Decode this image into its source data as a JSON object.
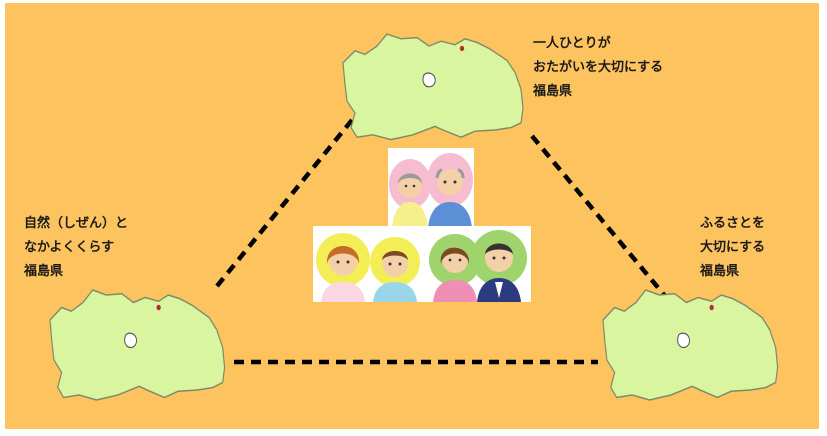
{
  "labels": {
    "top": [
      "一人ひとりが",
      "おたがいを大切にする",
      "福島県"
    ],
    "left": [
      "自然（しぜん）と",
      "なかよくくらす",
      "福島県"
    ],
    "right": [
      "ふるさとを",
      "大切にする",
      "福島県"
    ]
  },
  "colors": {
    "background": "#fdc35f",
    "map_fill": "#d9f5a0",
    "map_outline": "#7d8a67",
    "lake_fill": "#ffffff",
    "capital_dot": "#b03030",
    "connector_line": "#000000"
  },
  "maps": [
    "fukushima-map-top",
    "fukushima-map-left",
    "fukushima-map-right"
  ],
  "photos": [
    "elderly-couple",
    "children-pair",
    "parents-pair"
  ]
}
